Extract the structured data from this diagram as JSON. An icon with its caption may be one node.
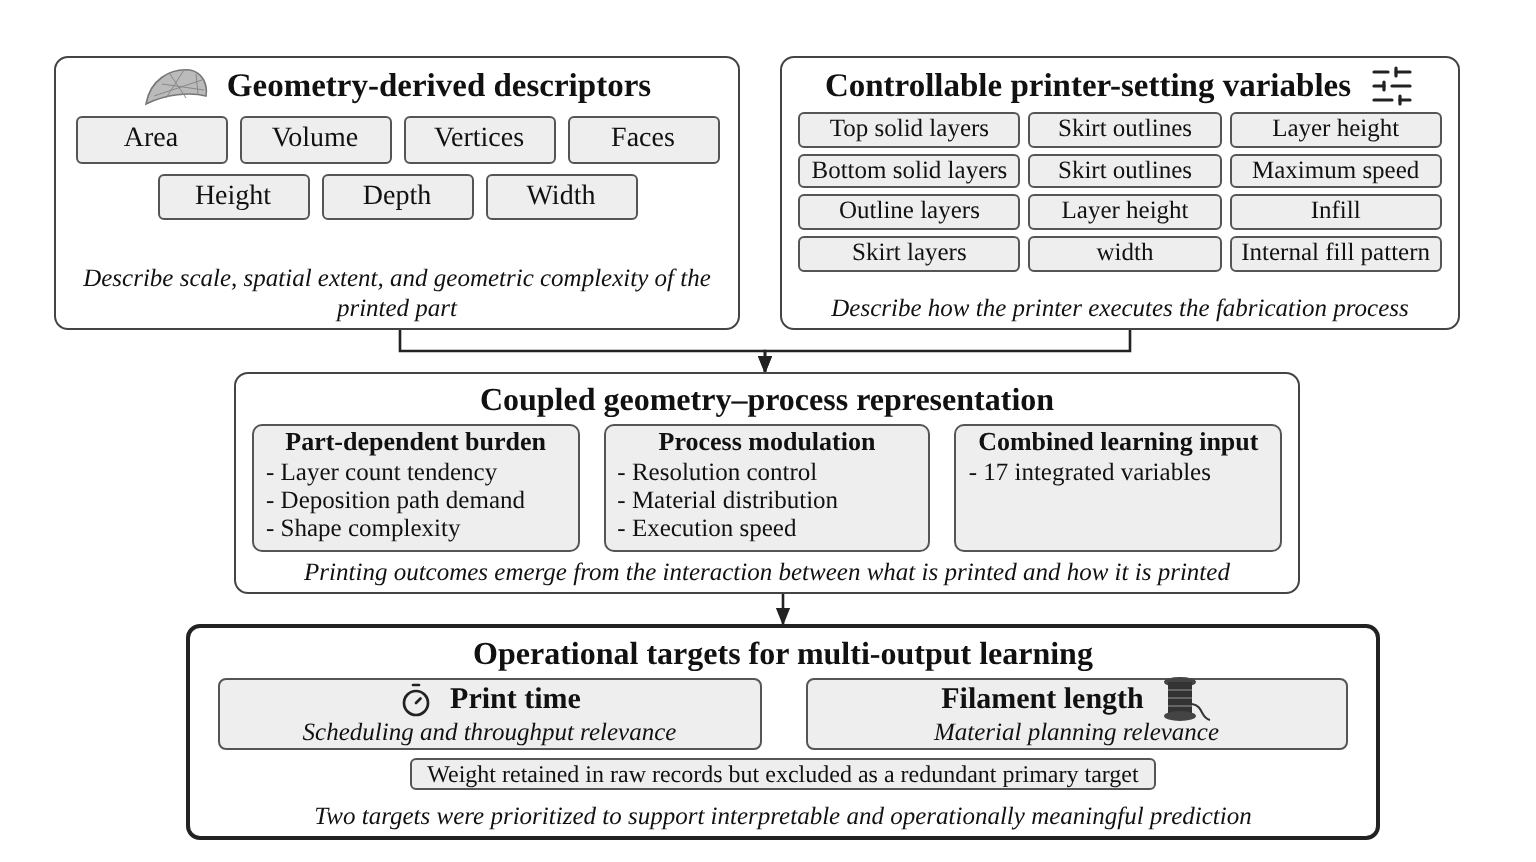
{
  "diagram": {
    "nodes": [
      {
        "text": [
          "Geometry-derived descriptors",
          "Describe scale, spatial extent, and geometric complexity of the printed part"
        ]
      },
      {
        "text": [
          "Area"
        ],
        "in": 0
      },
      {
        "text": [
          "Volume"
        ],
        "in": 0
      },
      {
        "text": [
          "Vertices"
        ],
        "in": 0
      },
      {
        "text": [
          "Faces"
        ],
        "in": 0
      },
      {
        "text": [
          "Height"
        ],
        "in": 0
      },
      {
        "text": [
          "Depth"
        ],
        "in": 0
      },
      {
        "text": [
          "Width"
        ],
        "in": 0
      },
      {
        "text": [
          "Controllable printer-setting variables",
          "Describe how the printer executes the fabrication process"
        ]
      },
      {
        "text": [
          "Top solid layers"
        ],
        "in": 8
      },
      {
        "text": [
          "Skirt outlines"
        ],
        "in": 8
      },
      {
        "text": [
          "Layer height"
        ],
        "in": 8
      },
      {
        "text": [
          "Bottom solid layers"
        ],
        "in": 8
      },
      {
        "text": [
          "Skirt outlines"
        ],
        "in": 8
      },
      {
        "text": [
          "Maximum speed"
        ],
        "in": 8
      },
      {
        "text": [
          "Outline layers"
        ],
        "in": 8
      },
      {
        "text": [
          "Layer height"
        ],
        "in": 8
      },
      {
        "text": [
          "Infill"
        ],
        "in": 8
      },
      {
        "text": [
          "Skirt layers"
        ],
        "in": 8
      },
      {
        "text": [
          "width"
        ],
        "in": 8
      },
      {
        "text": [
          "Internal fill pattern"
        ],
        "in": 8
      },
      {
        "text": [
          "Coupled geometry–process representation",
          "Printing outcomes emerge from the interaction between what is printed and how it is printed"
        ]
      },
      {
        "text": [
          "Part-dependent burden",
          "- Layer count tendency",
          "- Deposition path demand",
          "- Shape complexity"
        ],
        "in": 21
      },
      {
        "text": [
          "Process modulation",
          "- Resolution control",
          "- Material distribution",
          "- Execution speed"
        ],
        "in": 21
      },
      {
        "text": [
          "Combined learning input",
          "- 17 integrated variables"
        ],
        "in": 21
      },
      {
        "text": [
          "Operational targets for multi-output learning",
          "Two targets were prioritized to support interpretable and operationally meaningful prediction"
        ]
      },
      {
        "text": [
          "Print time",
          "Scheduling and throughput relevance"
        ],
        "in": 25
      },
      {
        "text": [
          "Filament length",
          "Material planning relevance"
        ],
        "in": 25
      },
      {
        "text": [
          "Weight retained in raw records but excluded as a redundant primary target"
        ],
        "in": 25
      }
    ],
    "edges": [
      {
        "from": 0,
        "to": 21,
        "arrow": "to"
      },
      {
        "from": 8,
        "to": 21,
        "arrow": "to"
      },
      {
        "from": 21,
        "to": 25,
        "arrow": "to"
      }
    ]
  }
}
